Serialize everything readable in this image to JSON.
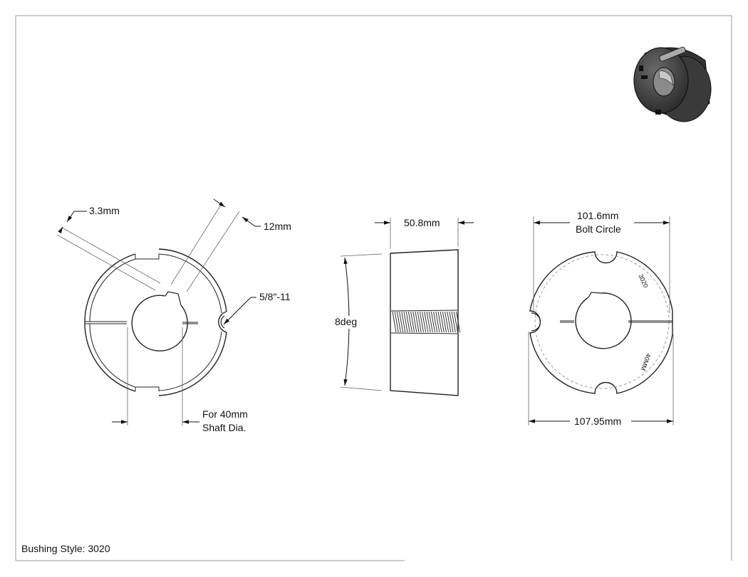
{
  "drawing": {
    "title_block": {
      "label": "Bushing Style: 3020"
    },
    "front_view": {
      "key_width": "3.3mm",
      "key_depth": "12mm",
      "tap": "5/8\"-11",
      "bore_line1": "For 40mm",
      "bore_line2": "Shaft Dia."
    },
    "side_view": {
      "length": "50.8mm",
      "taper": "8deg"
    },
    "rear_view": {
      "bolt_circle_line1": "101.6mm",
      "bolt_circle_line2": "Bolt Circle",
      "outer_dia": "107.95mm",
      "stamp_style": "3020",
      "stamp_bore": "40MM"
    }
  }
}
